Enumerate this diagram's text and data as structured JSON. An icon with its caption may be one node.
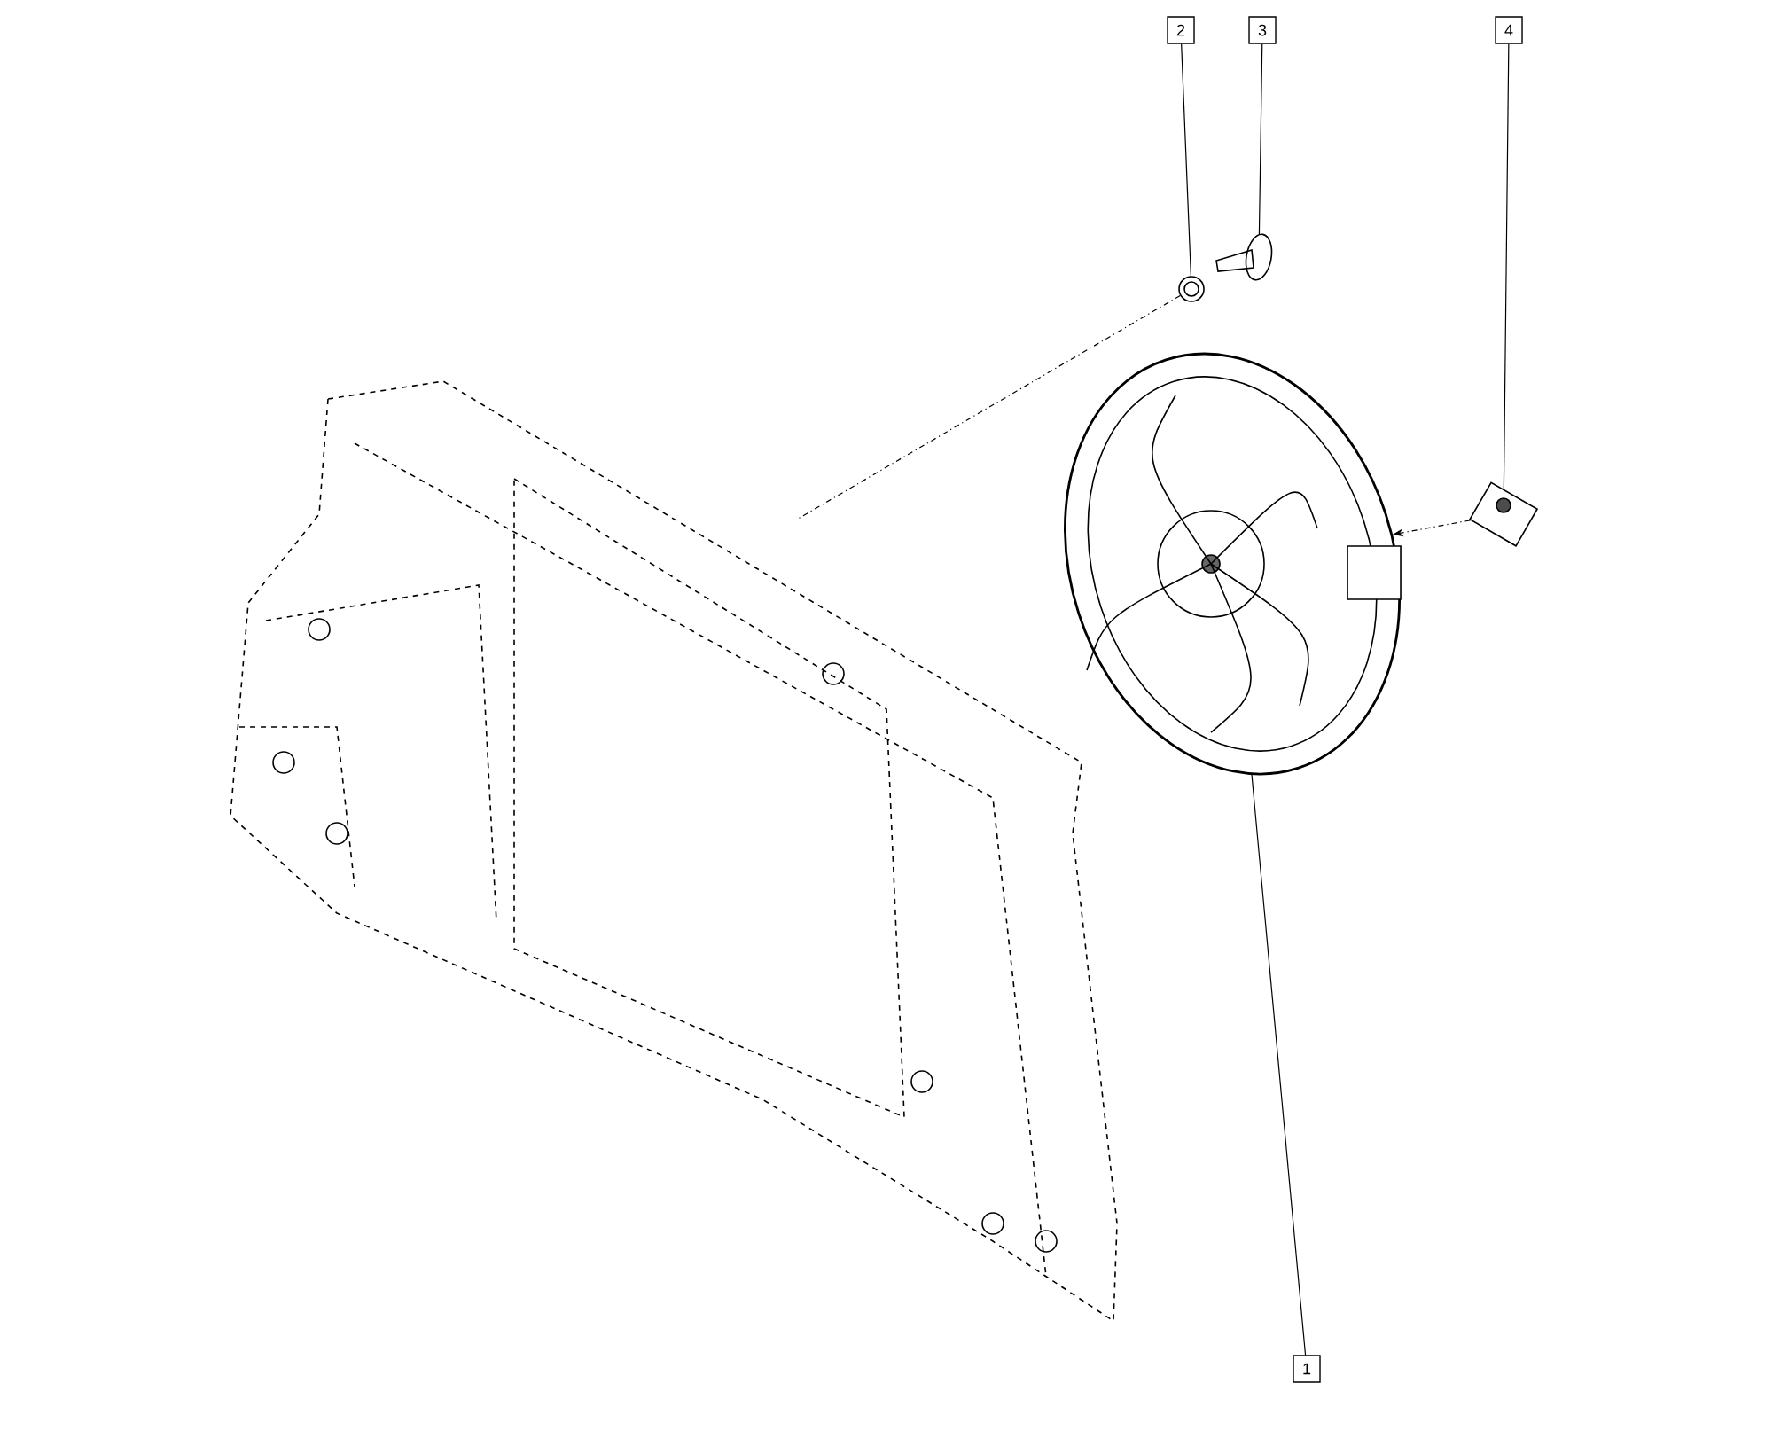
{
  "diagram": {
    "nodes": [
      {
        "text": [
          "2"
        ]
      },
      {
        "text": [
          "3"
        ]
      },
      {
        "text": [
          "4"
        ]
      },
      {
        "text": [],
        "shape": "picture"
      },
      {
        "text": [],
        "shape": "picture"
      },
      {
        "text": [],
        "shape": "picture"
      },
      {
        "text": [],
        "shape": "picture"
      },
      {
        "text": [],
        "shape": "picture"
      },
      {
        "text": [
          "1"
        ]
      }
    ],
    "edges": [
      {
        "from": 0,
        "to": 3,
        "arrow": "none"
      },
      {
        "from": 1,
        "to": 4,
        "arrow": "none"
      },
      {
        "from": 2,
        "to": 5,
        "arrow": "none"
      },
      {
        "from": 8,
        "to": 6,
        "arrow": "none"
      },
      {
        "from": 5,
        "to": 6,
        "arrow": "to",
        "style": "dashed"
      },
      {
        "from": 3,
        "to": 7,
        "arrow": "none",
        "style": "dashed"
      }
    ]
  }
}
